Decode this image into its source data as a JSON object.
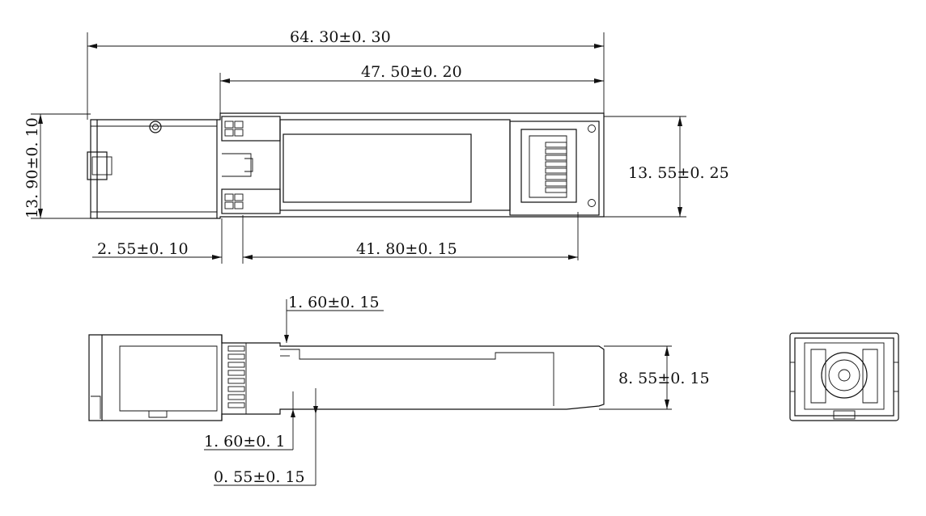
{
  "dimensions": {
    "overall_length": "64. 30±0. 30",
    "body_length": "47. 50±0. 20",
    "module_height_left": "13. 90±0. 10",
    "module_height_right": "13. 55±0. 25",
    "latch_offset": "2. 55±0. 10",
    "body_to_connector": "41. 80±0. 15",
    "side_top_step": "1. 60±0. 15",
    "side_height": "8. 55±0. 15",
    "side_bottom_step": "1. 60±0. 1",
    "side_bottom_offset": "0. 55±0. 15"
  }
}
